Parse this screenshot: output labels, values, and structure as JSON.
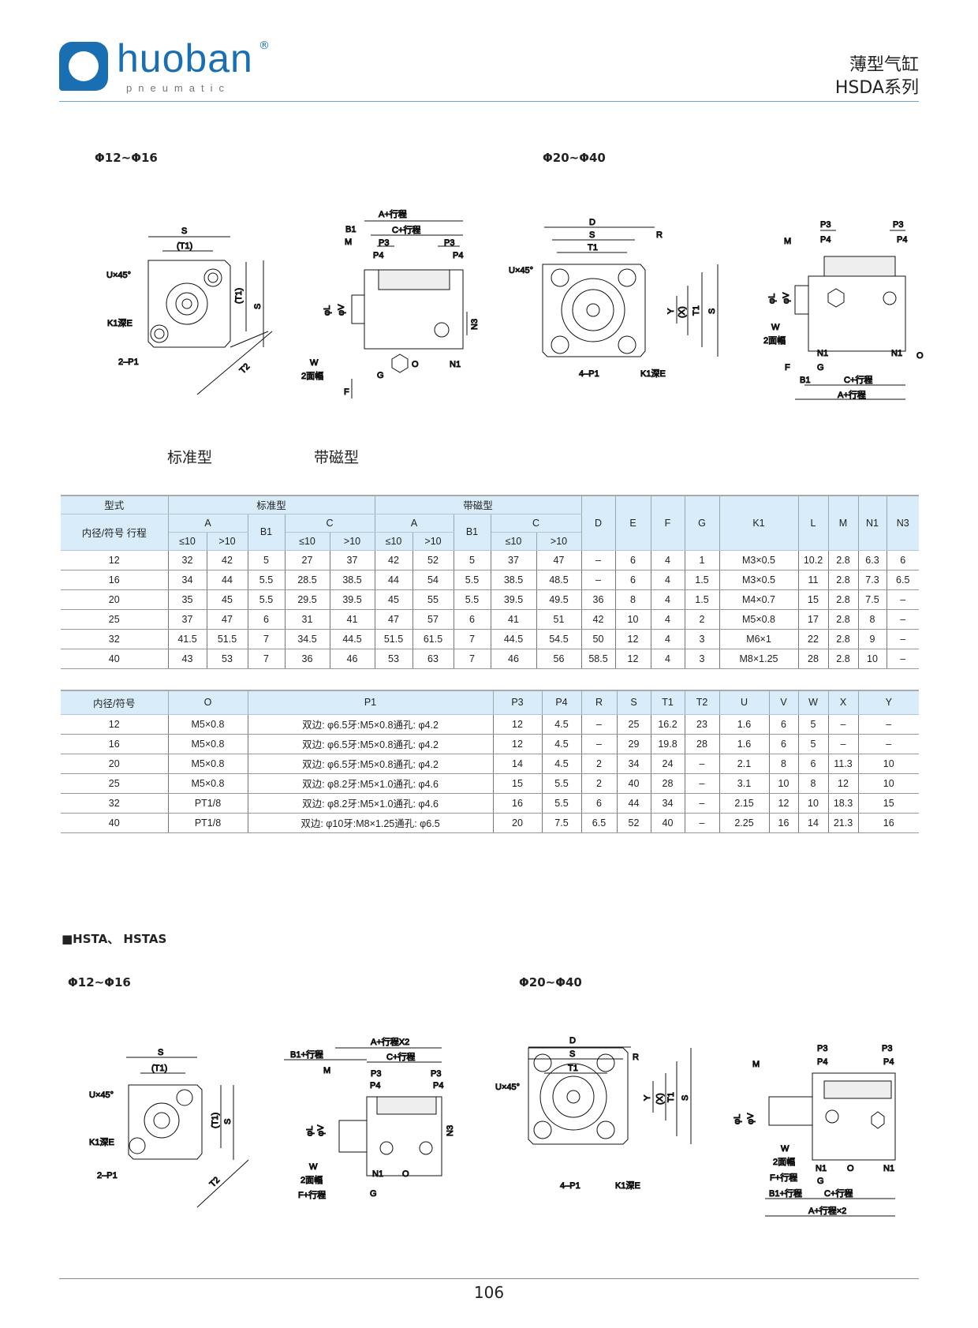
{
  "header": {
    "logo_text": "huoban",
    "logo_reg": "®",
    "logo_sub": "pneumatic",
    "title_cn": "薄型气缸",
    "title_series": "HSDA系列"
  },
  "sections": {
    "top_left": "Φ12~Φ16",
    "top_right": "Φ20~Φ40",
    "type_std": "标准型",
    "type_mag": "带磁型",
    "hsta": "■HSTA、 HSTAS",
    "bottom_left": "Φ12~Φ16",
    "bottom_right": "Φ20~Φ40"
  },
  "drawings": {
    "d1": [
      "S",
      "(T1)",
      "U×45°",
      "K1深E",
      "2–P1",
      "(T1)",
      "S",
      "T2"
    ],
    "d2": [
      "A+行程",
      "B1",
      "C+行程",
      "M",
      "P3",
      "P3",
      "P4",
      "P4",
      "φL",
      "φV",
      "N3",
      "W",
      "2面幅",
      "G",
      "O",
      "N1",
      "F"
    ],
    "d3": [
      "D",
      "S",
      "R",
      "T1",
      "U×45°",
      "Y",
      "(X)",
      "T1",
      "S",
      "4–P1",
      "K1深E"
    ],
    "d4": [
      "P3",
      "P4",
      "P3",
      "P4",
      "M",
      "φL",
      "φV",
      "W",
      "2面幅",
      "N1",
      "N1",
      "O",
      "F",
      "G",
      "B1",
      "C+行程",
      "A+行程"
    ],
    "d5": [
      "S",
      "(T1)",
      "U×45°",
      "K1深E",
      "2–P1",
      "(T1)",
      "S",
      "T2"
    ],
    "d6": [
      "A+行程X2",
      "B1+行程",
      "C+行程",
      "M",
      "P3",
      "P3",
      "P4",
      "P4",
      "φL",
      "φV",
      "N3",
      "W",
      "2面幅",
      "F+行程",
      "N1",
      "O",
      "G"
    ],
    "d7": [
      "D",
      "S",
      "R",
      "T1",
      "U×45°",
      "Y",
      "(X)",
      "T1",
      "S",
      "4–P1",
      "K1深E"
    ],
    "d8": [
      "P3",
      "P4",
      "P3",
      "P4",
      "M",
      "φL",
      "φV",
      "W",
      "2面幅",
      "F+行程",
      "N1",
      "O",
      "N1",
      "G",
      "B1+行程",
      "C+行程",
      "A+行程×2"
    ]
  },
  "table1": {
    "h_type": "型式",
    "h_bore": "内径/符号 行程",
    "h_std": "标准型",
    "h_mag": "带磁型",
    "h_A": "A",
    "h_B1": "B1",
    "h_C": "C",
    "h_le": "≤10",
    "h_gt": ">10",
    "h_D": "D",
    "h_E": "E",
    "h_F": "F",
    "h_G": "G",
    "h_K1": "K1",
    "h_L": "L",
    "h_M": "M",
    "h_N1": "N1",
    "h_N3": "N3",
    "rows": [
      [
        "12",
        "32",
        "42",
        "5",
        "27",
        "37",
        "42",
        "52",
        "5",
        "37",
        "47",
        "–",
        "6",
        "4",
        "1",
        "M3×0.5",
        "10.2",
        "2.8",
        "6.3",
        "6"
      ],
      [
        "16",
        "34",
        "44",
        "5.5",
        "28.5",
        "38.5",
        "44",
        "54",
        "5.5",
        "38.5",
        "48.5",
        "–",
        "6",
        "4",
        "1.5",
        "M3×0.5",
        "11",
        "2.8",
        "7.3",
        "6.5"
      ],
      [
        "20",
        "35",
        "45",
        "5.5",
        "29.5",
        "39.5",
        "45",
        "55",
        "5.5",
        "39.5",
        "49.5",
        "36",
        "8",
        "4",
        "1.5",
        "M4×0.7",
        "15",
        "2.8",
        "7.5",
        "–"
      ],
      [
        "25",
        "37",
        "47",
        "6",
        "31",
        "41",
        "47",
        "57",
        "6",
        "41",
        "51",
        "42",
        "10",
        "4",
        "2",
        "M5×0.8",
        "17",
        "2.8",
        "8",
        "–"
      ],
      [
        "32",
        "41.5",
        "51.5",
        "7",
        "34.5",
        "44.5",
        "51.5",
        "61.5",
        "7",
        "44.5",
        "54.5",
        "50",
        "12",
        "4",
        "3",
        "M6×1",
        "22",
        "2.8",
        "9",
        "–"
      ],
      [
        "40",
        "43",
        "53",
        "7",
        "36",
        "46",
        "53",
        "63",
        "7",
        "46",
        "56",
        "58.5",
        "12",
        "4",
        "3",
        "M8×1.25",
        "28",
        "2.8",
        "10",
        "–"
      ]
    ]
  },
  "table2": {
    "headers": [
      "内径/符号",
      "O",
      "P1",
      "P3",
      "P4",
      "R",
      "S",
      "T1",
      "T2",
      "U",
      "V",
      "W",
      "X",
      "Y"
    ],
    "rows": [
      [
        "12",
        "M5×0.8",
        "双边: φ6.5牙:M5×0.8通孔: φ4.2",
        "12",
        "4.5",
        "–",
        "25",
        "16.2",
        "23",
        "1.6",
        "6",
        "5",
        "–",
        "–"
      ],
      [
        "16",
        "M5×0.8",
        "双边: φ6.5牙:M5×0.8通孔: φ4.2",
        "12",
        "4.5",
        "–",
        "29",
        "19.8",
        "28",
        "1.6",
        "6",
        "5",
        "–",
        "–"
      ],
      [
        "20",
        "M5×0.8",
        "双边: φ6.5牙:M5×0.8通孔: φ4.2",
        "14",
        "4.5",
        "2",
        "34",
        "24",
        "–",
        "2.1",
        "8",
        "6",
        "11.3",
        "10"
      ],
      [
        "25",
        "M5×0.8",
        "双边: φ8.2牙:M5×1.0通孔: φ4.6",
        "15",
        "5.5",
        "2",
        "40",
        "28",
        "–",
        "3.1",
        "10",
        "8",
        "12",
        "10"
      ],
      [
        "32",
        "PT1/8",
        "双边: φ8.2牙:M5×1.0通孔: φ4.6",
        "16",
        "5.5",
        "6",
        "44",
        "34",
        "–",
        "2.15",
        "12",
        "10",
        "18.3",
        "15"
      ],
      [
        "40",
        "PT1/8",
        "双边: φ10牙:M8×1.25通孔: φ6.5",
        "20",
        "7.5",
        "6.5",
        "52",
        "40",
        "–",
        "2.25",
        "16",
        "14",
        "21.3",
        "16"
      ]
    ]
  },
  "footer": {
    "page_number": "106"
  }
}
